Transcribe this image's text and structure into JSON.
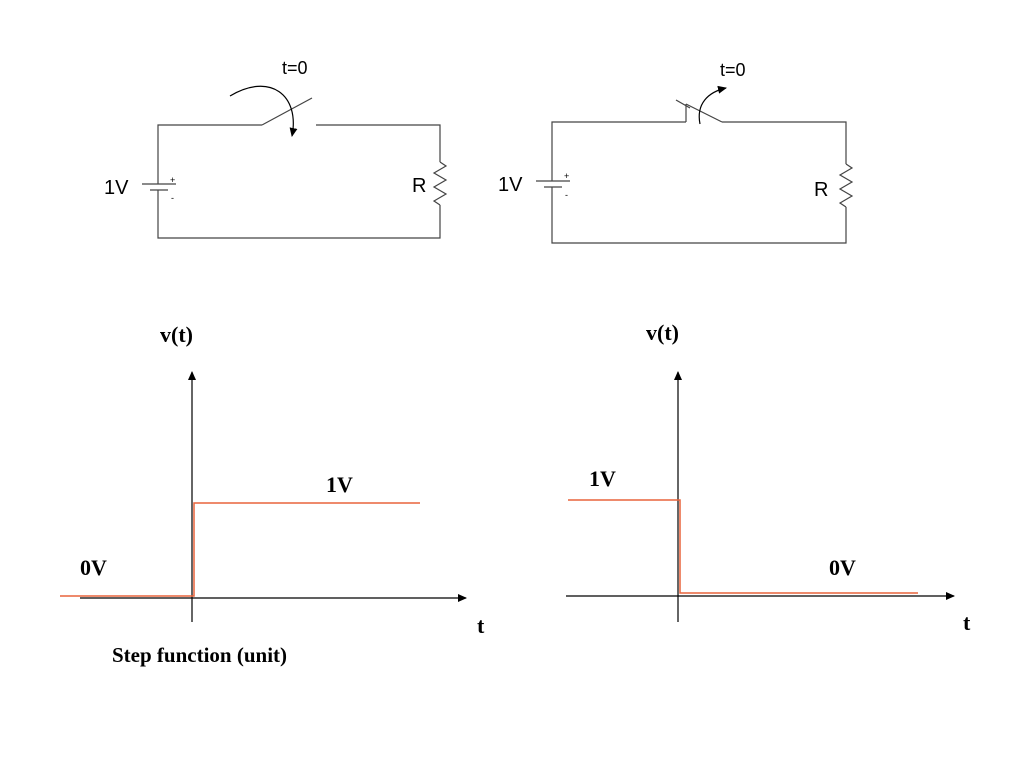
{
  "left_circuit": {
    "switch_label": "t=0",
    "battery_label": "1V",
    "battery_plus": "+",
    "battery_minus": "-",
    "resistor_label": "R"
  },
  "right_circuit": {
    "switch_label": "t=0",
    "battery_label": "1V",
    "battery_plus": "+",
    "battery_minus": "-",
    "resistor_label": "R"
  },
  "left_graph": {
    "ylabel": "v(t)",
    "xlabel": "t",
    "low_label": "0V",
    "high_label": "1V",
    "caption": "Step function (unit)"
  },
  "right_graph": {
    "ylabel": "v(t)",
    "xlabel": "t",
    "low_label": "0V",
    "high_label": "1V"
  },
  "colors": {
    "wire": "#444444",
    "signal": "#e8643c",
    "axis": "#000000"
  }
}
